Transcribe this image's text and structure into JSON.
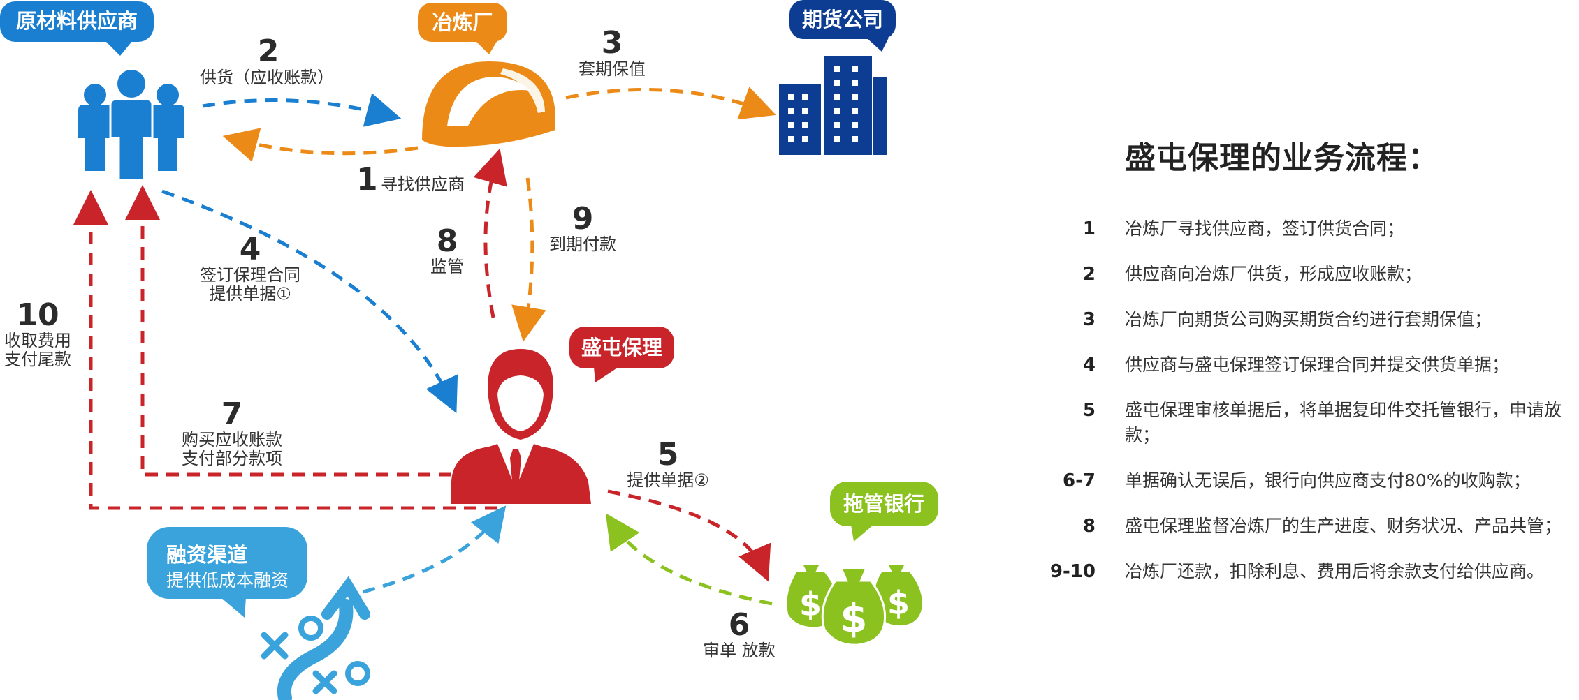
{
  "diagram": {
    "actors": {
      "supplier": "原材料供应商",
      "smelter": "冶炼厂",
      "futures": "期货公司",
      "factoring": "盛屯保理",
      "bank": "拖管银行",
      "financing_title": "融资渠道",
      "financing_sub": "提供低成本融资"
    },
    "flows": [
      {
        "num": "1",
        "label": "寻找供应商"
      },
      {
        "num": "2",
        "label": "供货（应收账款）"
      },
      {
        "num": "3",
        "label": "套期保值"
      },
      {
        "num": "4",
        "label1": "签订保理合同",
        "label2": "提供单据①"
      },
      {
        "num": "5",
        "label": "提供单据②"
      },
      {
        "num": "6",
        "label": "审单  放款"
      },
      {
        "num": "7",
        "label1": "购买应收账款",
        "label2": "支付部分款项"
      },
      {
        "num": "8",
        "label": "监管"
      },
      {
        "num": "9",
        "label": "到期付款"
      },
      {
        "num": "10",
        "label1": "收取费用",
        "label2": "支付尾款"
      }
    ],
    "colors": {
      "blue": "#1a7fd0",
      "orange": "#ec8a18",
      "red": "#c8242a",
      "green": "#8cc21f",
      "navy": "#0d3c93",
      "sky": "#3aa3dc"
    }
  },
  "panel": {
    "title": "盛屯保理的业务流程：",
    "steps": [
      {
        "no": "1",
        "text": "冶炼厂寻找供应商，签订供货合同；"
      },
      {
        "no": "2",
        "text": "供应商向冶炼厂供货，形成应收账款；"
      },
      {
        "no": "3",
        "text": "冶炼厂向期货公司购买期货合约进行套期保值；"
      },
      {
        "no": "4",
        "text": "供应商与盛屯保理签订保理合同并提交供货单据；"
      },
      {
        "no": "5",
        "text": "盛屯保理审核单据后，将单据复印件交托管银行，申请放款；"
      },
      {
        "no": "6-7",
        "text": "单据确认无误后，银行向供应商支付80%的收购款；"
      },
      {
        "no": "8",
        "text": "盛屯保理监督冶炼厂的生产进度、财务状况、产品共管；"
      },
      {
        "no": "9-10",
        "text": "冶炼厂还款，扣除利息、费用后将余款支付给供应商。"
      }
    ]
  }
}
